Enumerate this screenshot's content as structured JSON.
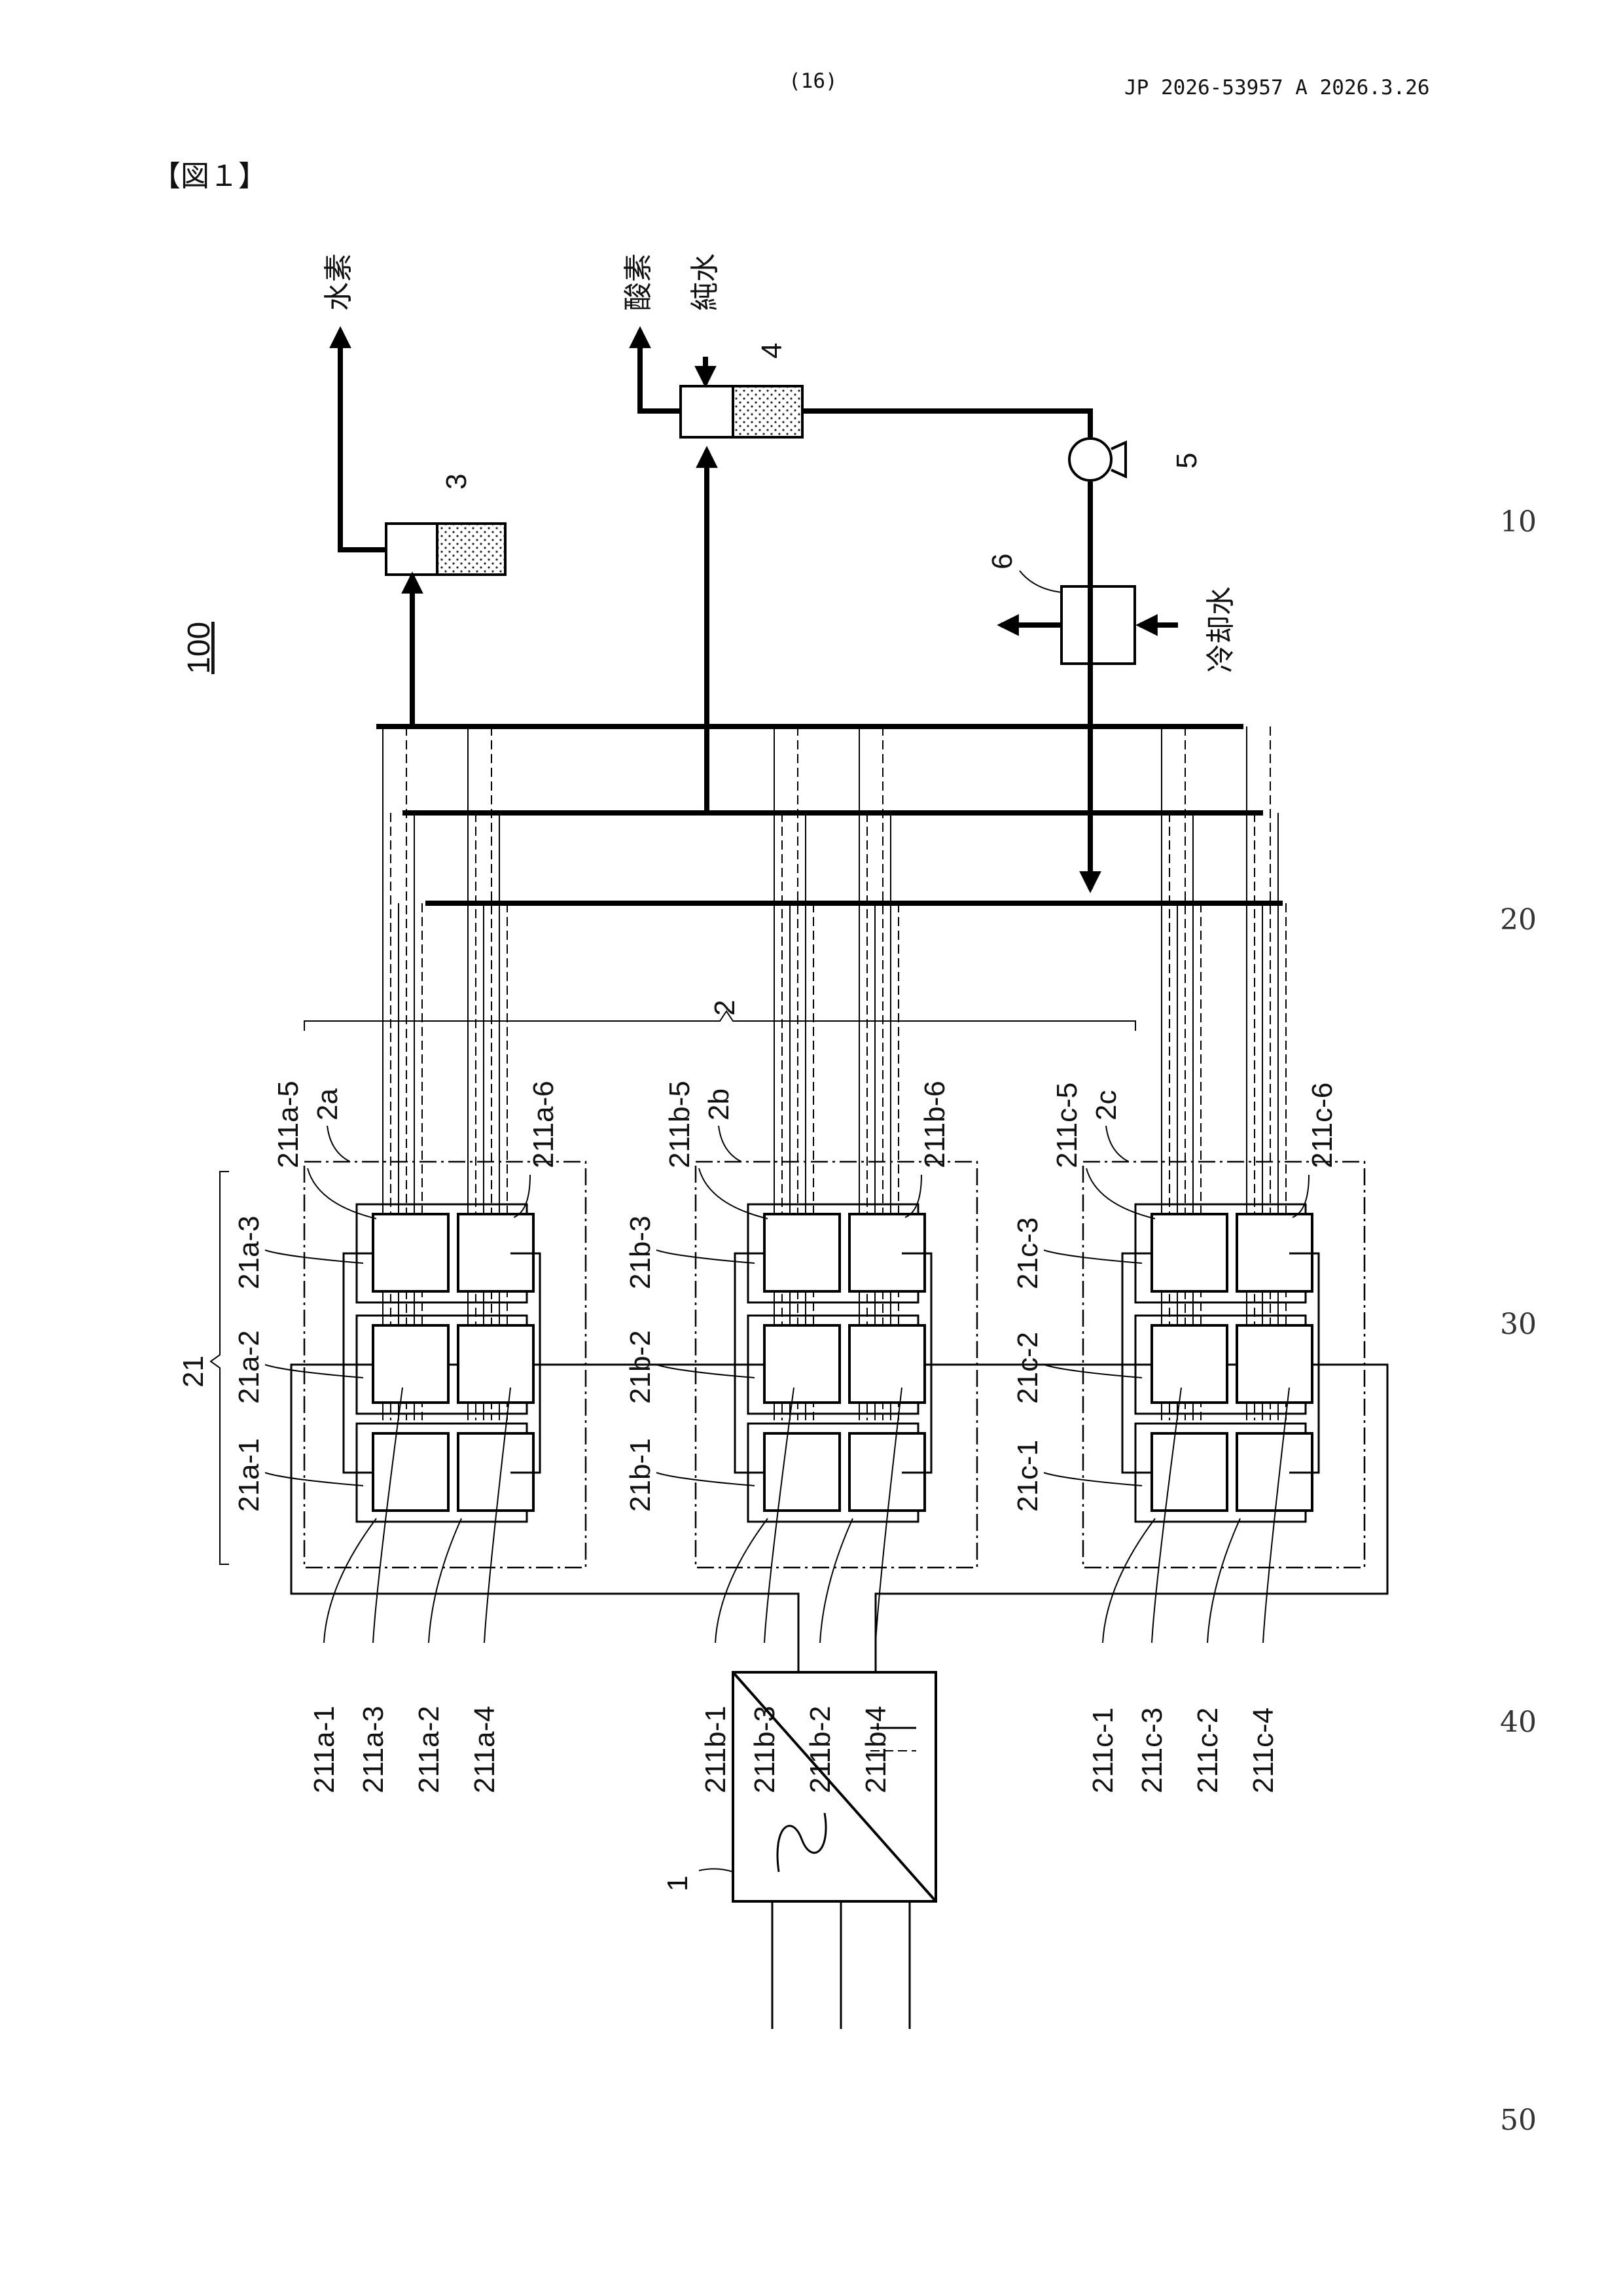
{
  "header": {
    "page_number": "(16)",
    "publication": "JP  2026-53957  A  2026.3.26"
  },
  "figure_label": "【図１】",
  "line_numbers": [
    "10",
    "20",
    "30",
    "40",
    "50"
  ],
  "labels": {
    "system": "100",
    "hydrogen": "水素",
    "oxygen": "酸素",
    "pure_water": "純水",
    "cooling_water": "冷却水",
    "separator_h2": "3",
    "separator_o2": "4",
    "pump": "5",
    "heat_exchanger": "6",
    "power_converter": "1",
    "electrolyzer": "2",
    "group_a": "2a",
    "group_b": "2b",
    "group_c": "2c",
    "stack_group": "21",
    "stacks": {
      "a": [
        "21a-1",
        "21a-2",
        "21a-3"
      ],
      "b": [
        "21b-1",
        "21b-2",
        "21b-3"
      ],
      "c": [
        "21c-1",
        "21c-2",
        "21c-3"
      ]
    },
    "cells_top": {
      "a": [
        "211a-5",
        "211a-6"
      ],
      "b": [
        "211b-5",
        "211b-6"
      ],
      "c": [
        "211c-5",
        "211c-6"
      ]
    },
    "cells_bottom": {
      "a": [
        "211a-1",
        "211a-3",
        "211a-2",
        "211a-4"
      ],
      "b": [
        "211b-1",
        "211b-3",
        "211b-2",
        "211b-4"
      ],
      "c": [
        "211c-1",
        "211c-3",
        "211c-2",
        "211c-4"
      ]
    }
  }
}
